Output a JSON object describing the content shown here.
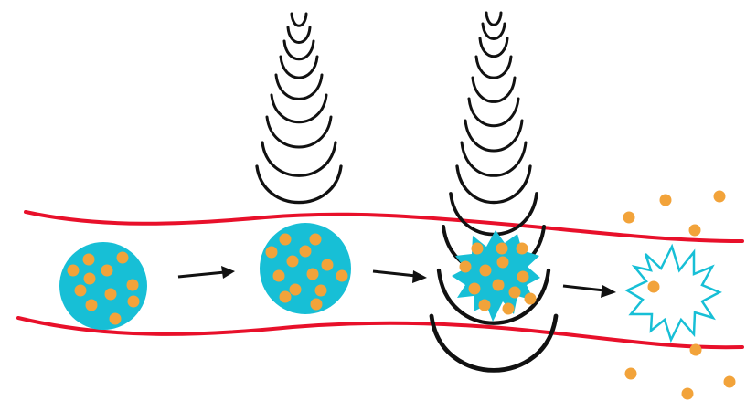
{
  "diagram": {
    "type": "illustration",
    "stages": [
      {
        "id": "stage-1",
        "state": "intact-particle",
        "ultrasound": false
      },
      {
        "id": "stage-2",
        "state": "intact-particle",
        "ultrasound": true
      },
      {
        "id": "stage-3",
        "state": "rupturing-particle",
        "ultrasound": true
      },
      {
        "id": "stage-4",
        "state": "released-payload",
        "ultrasound": false
      }
    ],
    "arrows_between_stages": 3
  },
  "colors": {
    "background": "#ffffff",
    "vessel_wall": "#e8102a",
    "particle": "#17bfd6",
    "payload": "#f2a33a",
    "ultrasound_wave": "#111111",
    "arrow": "#111111",
    "ruptured_outline": "#17bfd6"
  },
  "icons": {
    "vessel": "blood-vessel",
    "particle": "nanoparticle",
    "wave": "ultrasound-wave",
    "arrow": "right-arrow",
    "burst": "burst-shell"
  }
}
